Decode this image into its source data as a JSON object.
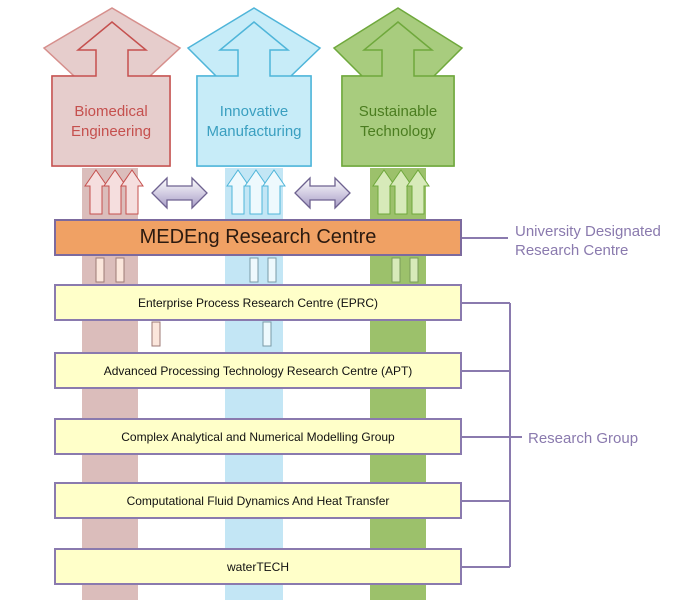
{
  "themes": [
    {
      "label": "Biomedical\nEngineering",
      "color": "#d9b5b3",
      "border": "#c5504e"
    },
    {
      "label": "Innovative\nManufacturing",
      "color": "#bfe6f5",
      "border": "#4fb5d9"
    },
    {
      "label": "Sustainable\nTechnology",
      "color": "#a8cc7e",
      "border": "#6fa83c"
    }
  ],
  "research_centre": {
    "label": "MEDEng Research Centre",
    "side_label": "University Designated\nResearch Centre",
    "color": "#f0a164"
  },
  "research_groups": {
    "side_label": "Research Group",
    "items": [
      "Enterprise Process Research Centre (EPRC)",
      "Advanced Processing Technology Research Centre (APT)",
      "Complex Analytical and Numerical Modelling Group",
      "Computational Fluid Dynamics And Heat Transfer",
      "waterTECH"
    ]
  },
  "connector_color": "#8a7aae"
}
